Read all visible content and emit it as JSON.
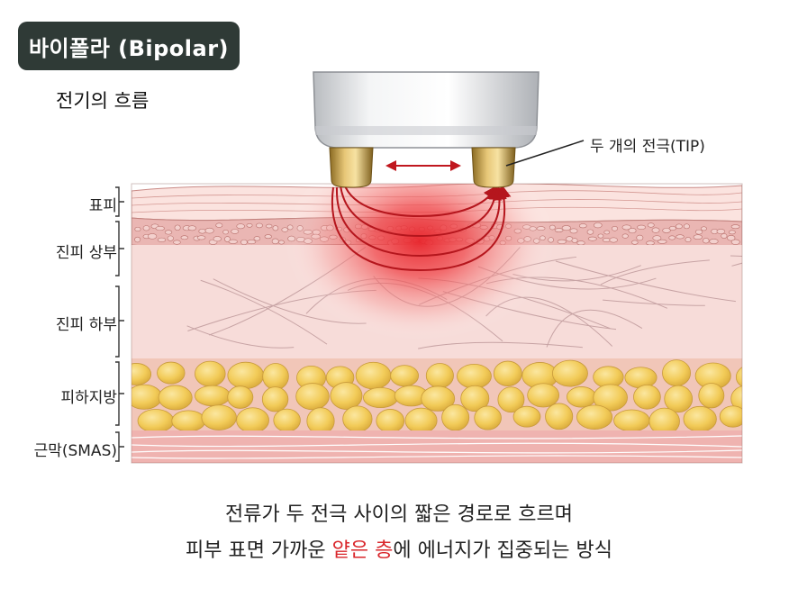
{
  "title": "바이폴라 (Bipolar)",
  "subtitle": "전기의 흐름",
  "tip_label": "두 개의 전극(TIP)",
  "layers": [
    {
      "id": "epidermis",
      "label": "표피"
    },
    {
      "id": "upper-dermis",
      "label": "진피 상부"
    },
    {
      "id": "lower-dermis",
      "label": "진피 하부"
    },
    {
      "id": "subcutaneous-fat",
      "label": "피하지방"
    },
    {
      "id": "smas",
      "label": "근막(SMAS)"
    }
  ],
  "caption": {
    "line1": "전류가 두 전극 사이의 짧은 경로로 흐르며",
    "line2_before": "피부 표면 가까운 ",
    "line2_highlight": "얕은 층",
    "line2_after": "에 에너지가 집중되는 방식"
  },
  "colors": {
    "badge": "#2f3a36",
    "highlight": "#d9262b",
    "energy": "#e8322f",
    "skin": "#f7d8d6",
    "fat": "#f2cc5a",
    "muscle": "#e39b99"
  },
  "icons": [
    "bipolar-device",
    "electrode-tip",
    "double-arrow",
    "current-arc"
  ]
}
